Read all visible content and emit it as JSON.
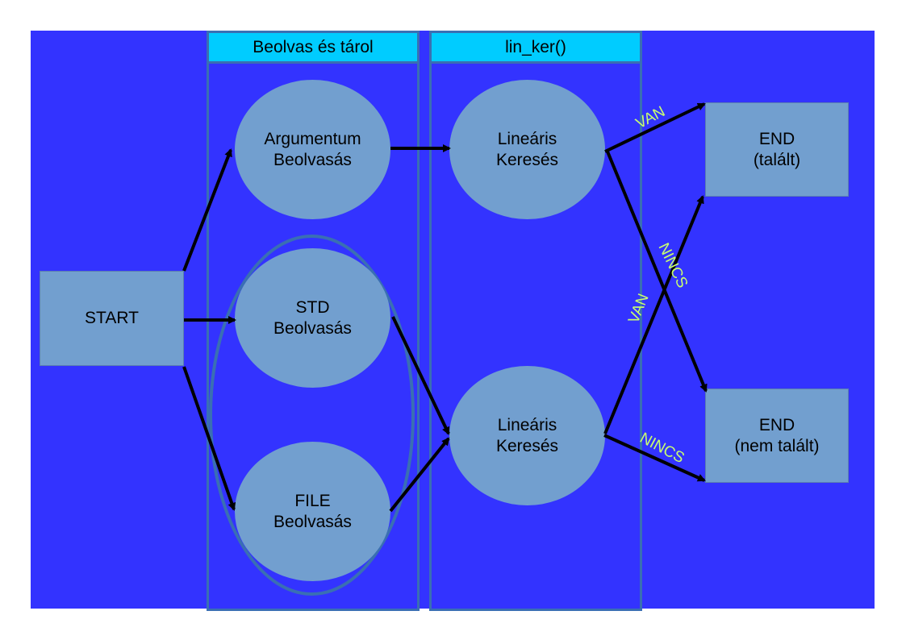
{
  "lanes": {
    "read": {
      "title": "Beolvas és tárol"
    },
    "search": {
      "title": "lin_ker()"
    }
  },
  "nodes": {
    "start": {
      "label": "START"
    },
    "arg_read": {
      "line1": "Argumentum",
      "line2": "Beolvasás"
    },
    "std_read": {
      "line1": "STD",
      "line2": "Beolvasás"
    },
    "file_read": {
      "line1": "FILE",
      "line2": "Beolvasás"
    },
    "search_top": {
      "line1": "Lineáris",
      "line2": "Keresés"
    },
    "search_bottom": {
      "line1": "Lineáris",
      "line2": "Keresés"
    },
    "end_found": {
      "line1": "END",
      "line2": "(talált)"
    },
    "end_not_found": {
      "line1": "END",
      "line2": "(nem talált)"
    }
  },
  "edges": {
    "top_found": "VAN",
    "top_not_found": "NINCS",
    "bottom_found": "VAN",
    "bottom_not_found": "NINCS"
  },
  "colors": {
    "canvas": "#3333ff",
    "node_fill": "#729fcf",
    "lane_header": "#00ccff",
    "lane_border": "#3a6fb3",
    "edge_label": "#c8ff70",
    "arrow": "#000000"
  }
}
